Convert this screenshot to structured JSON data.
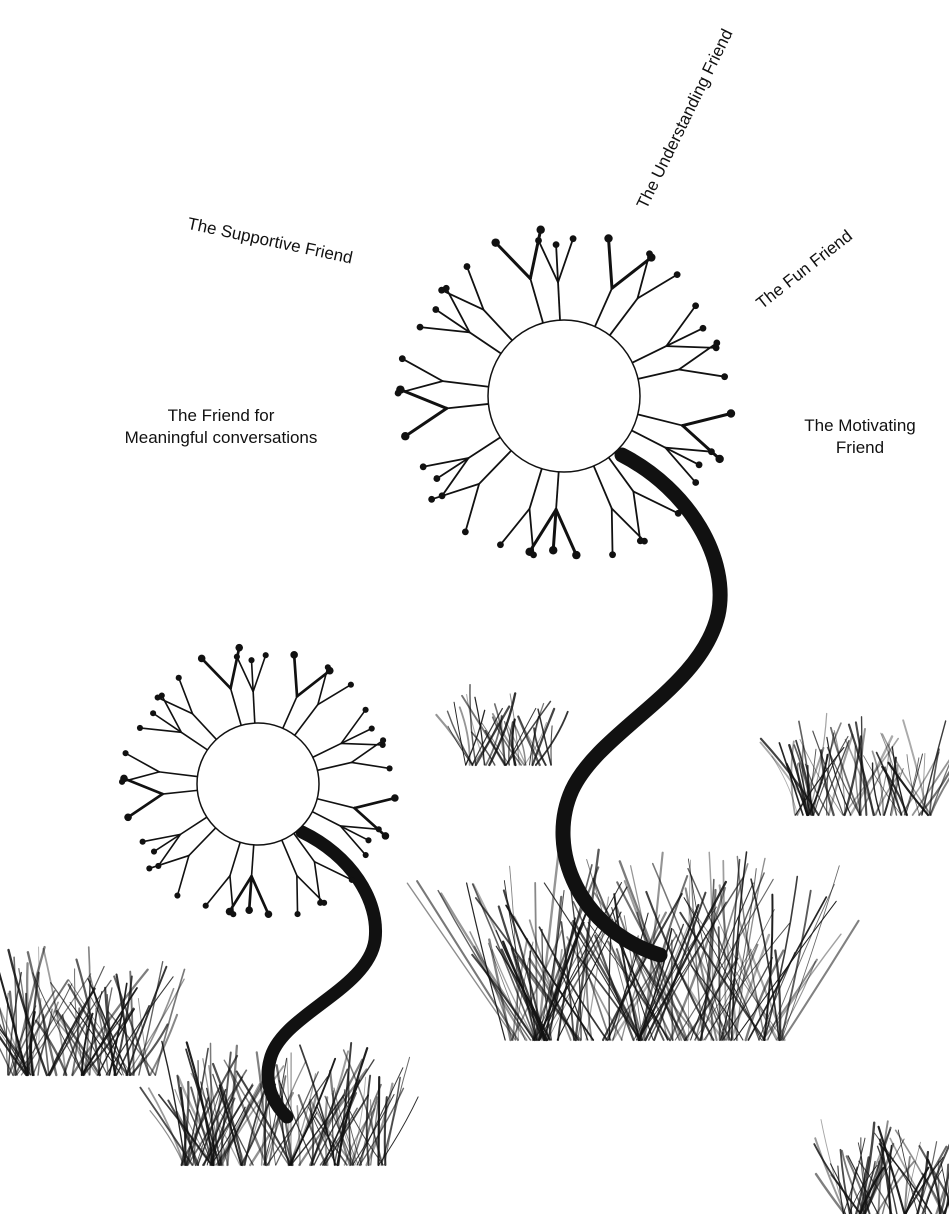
{
  "labels": {
    "supportive": "The Supportive Friend",
    "understanding": "The Understanding Friend",
    "fun": "The Fun Friend",
    "meaningful_line1": "The Friend for",
    "meaningful_line2": "Meaningful conversations",
    "motivating_line1": "The Motivating",
    "motivating_line2": "Friend"
  },
  "colors": {
    "ink": "#111111",
    "background": "#ffffff"
  }
}
